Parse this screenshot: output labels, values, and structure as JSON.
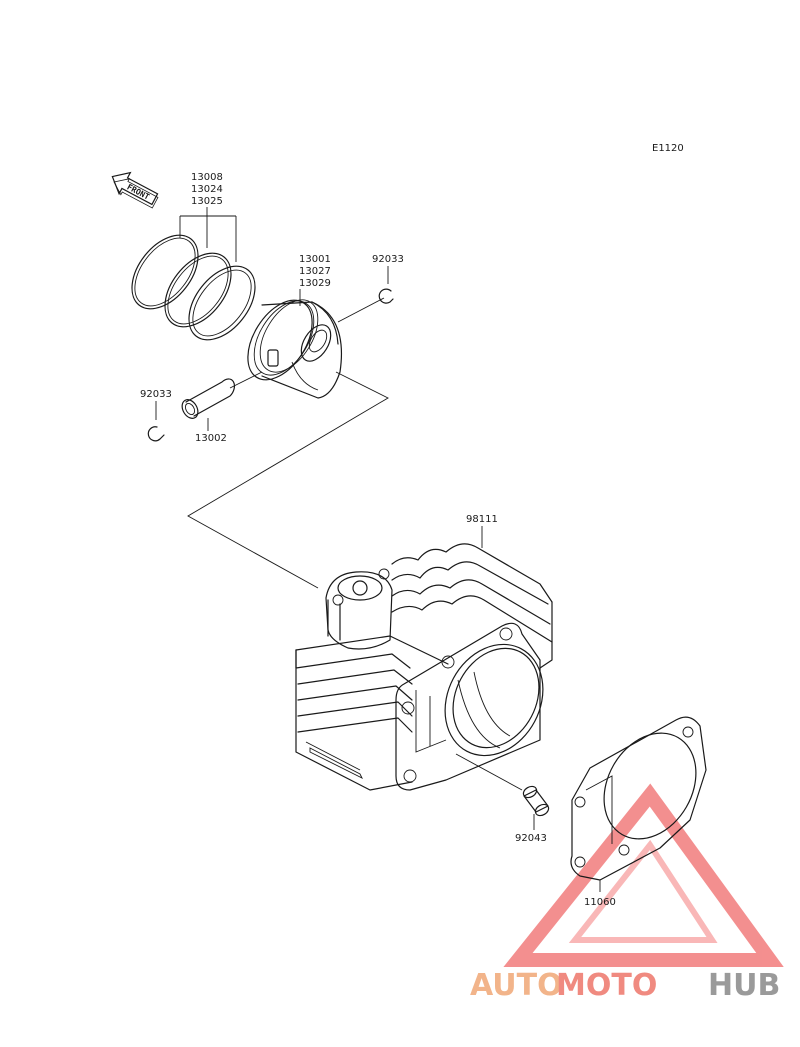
{
  "diagram_code": "E1120",
  "front_arrow_label": "FRONT",
  "parts": {
    "rings": [
      "13008",
      "13024",
      "13025"
    ],
    "piston": [
      "13001",
      "13027",
      "13029"
    ],
    "circlip_right": "92033",
    "circlip_left": "92033",
    "piston_pin": "13002",
    "cylinder": "98111",
    "dowel_pin": "92043",
    "gasket": "11060"
  },
  "watermark": {
    "part1": "AUTO",
    "part2": "MOTO",
    "part3": "HUB",
    "colors": {
      "auto": "#f2b48a",
      "moto": "#f08a80",
      "hub": "#9a9a9a",
      "triangle": "#f06a6a"
    }
  }
}
